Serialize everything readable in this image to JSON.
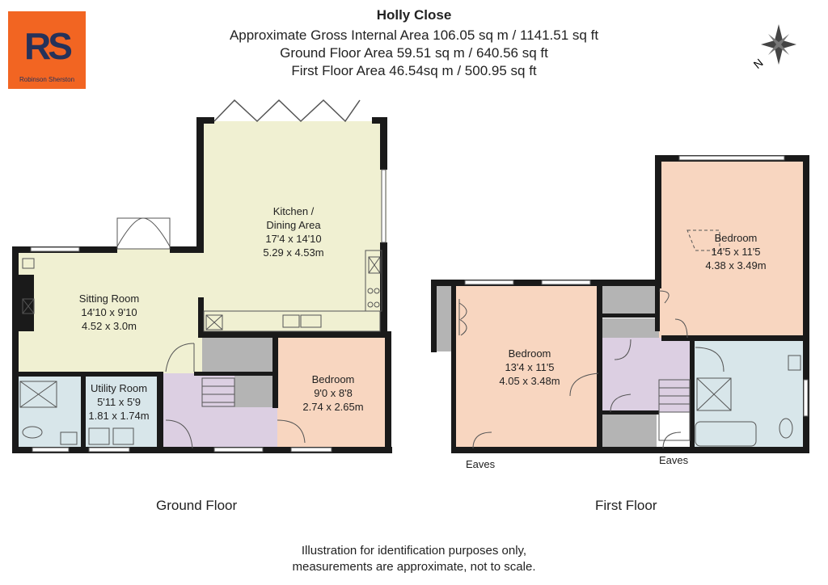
{
  "header": {
    "title": "Holly Close",
    "gross_area": "Approximate Gross Internal Area 106.05 sq m / 1141.51 sq ft",
    "ground_area": "Ground Floor Area 59.51 sq m / 640.56 sq ft",
    "first_area": "First Floor Area 46.54sq m / 500.95 sq ft"
  },
  "logo": {
    "monogram": "RS",
    "firm": "Robinson Sherston"
  },
  "compass": {
    "label": "N"
  },
  "ground_floor": {
    "label": "Ground Floor",
    "kitchen": {
      "name1": "Kitchen /",
      "name2": "Dining Area",
      "imperial": "17'4 x 14'10",
      "metric": "5.29 x 4.53m"
    },
    "sitting": {
      "name": "Sitting Room",
      "imperial": "14'10 x 9'10",
      "metric": "4.52 x 3.0m"
    },
    "utility": {
      "name": "Utility Room",
      "imperial": "5'11 x 5'9",
      "metric": "1.81 x 1.74m"
    },
    "bedroom": {
      "name": "Bedroom",
      "imperial": "9'0 x 8'8",
      "metric": "2.74 x 2.65m"
    }
  },
  "first_floor": {
    "label": "First Floor",
    "bedroom1": {
      "name": "Bedroom",
      "imperial": "14'5 x 11'5",
      "metric": "4.38 x 3.49m"
    },
    "bedroom2": {
      "name": "Bedroom",
      "imperial": "13'4 x 11'5",
      "metric": "4.05 x 3.48m"
    },
    "eaves1": "Eaves",
    "eaves2": "Eaves"
  },
  "footer": {
    "line1": "Illustration for identification purposes only,",
    "line2": "measurements are approximate, not to scale."
  },
  "colors": {
    "kitchen": "#f0f0d2",
    "sitting": "#f0f0d2",
    "utility": "#d8e6ea",
    "hall": "#dccfe2",
    "bedroom": "#f8d6c0",
    "store": "#b4b4b4",
    "wall": "#1a1a1a"
  }
}
